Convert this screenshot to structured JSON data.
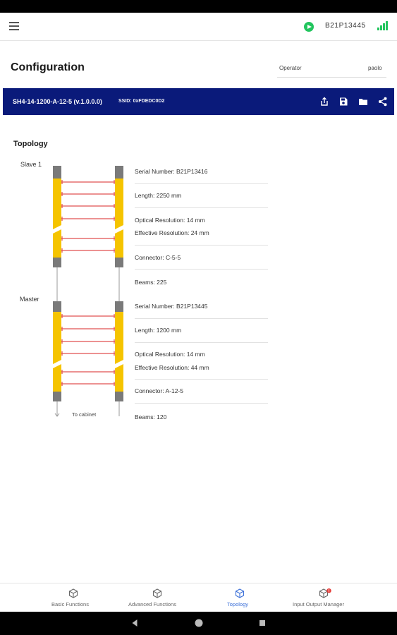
{
  "topbar": {
    "device_serial": "B21P13445",
    "icons": {
      "menu": "menu-icon",
      "status": "play-icon",
      "signal": "signal-icon"
    },
    "colors": {
      "status": "#22c55e",
      "signal": "#22c55e"
    }
  },
  "page": {
    "title": "Configuration",
    "operator_label": "Operator",
    "operator_value": "paolo"
  },
  "device_bar": {
    "name": "SH4-14-1200-A-12-5 (v.1.0.0.0)",
    "ssid": "SSID: 0xFDEDC0D2",
    "background": "#0a1a7a",
    "actions": [
      "export-icon",
      "save-icon",
      "folder-icon",
      "share-icon"
    ]
  },
  "topology": {
    "section_title": "Topology",
    "slave": {
      "label": "Slave 1",
      "serial": "Serial Number: B21P13416",
      "length": "Length: 2250 mm",
      "optical_resolution": "Optical Resolution: 14 mm",
      "effective_resolution": "Effective Resolution: 24 mm",
      "connector": "Connector: C-5-5",
      "beams": "Beams: 225"
    },
    "master": {
      "label": "Master",
      "serial": "Serial Number: B21P13445",
      "length": "Length: 1200 mm",
      "optical_resolution": "Optical Resolution: 14 mm",
      "effective_resolution": "Effective Resolution: 44 mm",
      "connector": "Connector: A-12-5",
      "beams": "Beams: 120"
    },
    "cabinet_label": "To cabinet",
    "colors": {
      "housing": "#f5c400",
      "cap": "#7a7a7a",
      "beam": "#e05050"
    }
  },
  "bottom_nav": {
    "tabs": [
      {
        "label": "Basic Functions",
        "icon": "cube-icon"
      },
      {
        "label": "Advanced Functions",
        "icon": "cube-icon"
      },
      {
        "label": "Topology",
        "icon": "cube-icon",
        "active": true
      },
      {
        "label": "Input Output Manager",
        "icon": "cube-alert-icon"
      }
    ],
    "active_color": "#3b6fd8",
    "badge_color": "#e53935"
  },
  "system_nav": {
    "icons": [
      "back-icon",
      "home-icon",
      "recents-icon"
    ]
  }
}
